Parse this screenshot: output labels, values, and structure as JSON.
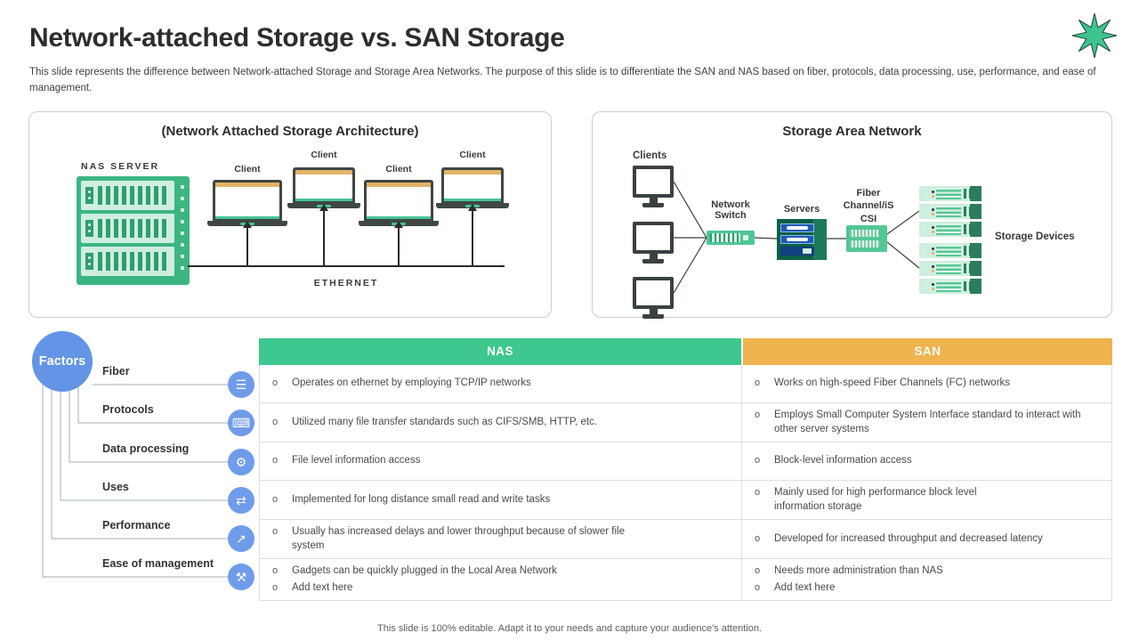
{
  "slide": {
    "title": "Network-attached Storage vs. SAN Storage",
    "subtitle": "This slide represents the difference between Network-attached Storage and Storage Area Networks. The purpose of this slide is to differentiate the SAN and NAS based on fiber, protocols, data processing, use, performance, and ease of management.",
    "footer": "This slide is 100% editable. Adapt it to your needs and capture your audience's attention."
  },
  "colors": {
    "nas_green": "#3ec78f",
    "san_orange": "#efb350",
    "factor_blue": "#6494e6",
    "icon_blue": "#6f9cea",
    "star_green": "#3dc48e"
  },
  "nas_diagram": {
    "title": "(Network Attached Storage Architecture)",
    "server_label": "NAS SERVER",
    "clients": [
      "Client",
      "Client",
      "Client",
      "Client"
    ],
    "bus_label": "ETHERNET"
  },
  "san_diagram": {
    "title": "Storage Area Network",
    "clients_label": "Clients",
    "switch_label": "Network Switch",
    "servers_label": "Servers",
    "fiber_lines": [
      "Fiber",
      "Channel/iS",
      "CSI"
    ],
    "storage_label": "Storage Devices"
  },
  "factors": {
    "badge": "Factors",
    "items": [
      "Fiber",
      "Protocols",
      "Data processing",
      "Uses",
      "Performance",
      "Ease of management"
    ],
    "glyphs": [
      "☰",
      "⌨",
      "⚙",
      "⇄",
      "↗",
      "⚒"
    ]
  },
  "table": {
    "bullet": "o",
    "headers": [
      "NAS",
      "SAN"
    ],
    "rows": [
      {
        "nas": [
          "Operates on ethernet by employing TCP/IP networks"
        ],
        "san": [
          "Works on high-speed Fiber Channels (FC) networks"
        ]
      },
      {
        "nas": [
          "Utilized many file transfer standards such as CIFS/SMB, HTTP, etc."
        ],
        "san": [
          "Employs Small Computer System Interface standard to interact with other server systems"
        ]
      },
      {
        "nas": [
          "File level information access"
        ],
        "san": [
          "Block-level information access"
        ]
      },
      {
        "nas": [
          "Implemented for long distance small read and write tasks"
        ],
        "san": [
          "Mainly used for high performance block level information storage"
        ]
      },
      {
        "nas": [
          "Usually has increased delays and lower throughput because of slower file system"
        ],
        "san": [
          "Developed for increased throughput and decreased latency"
        ]
      },
      {
        "nas": [
          "Gadgets can be quickly plugged in the Local Area Network",
          "Add text here"
        ],
        "san": [
          "Needs more administration than NAS",
          "Add text here"
        ]
      }
    ]
  }
}
